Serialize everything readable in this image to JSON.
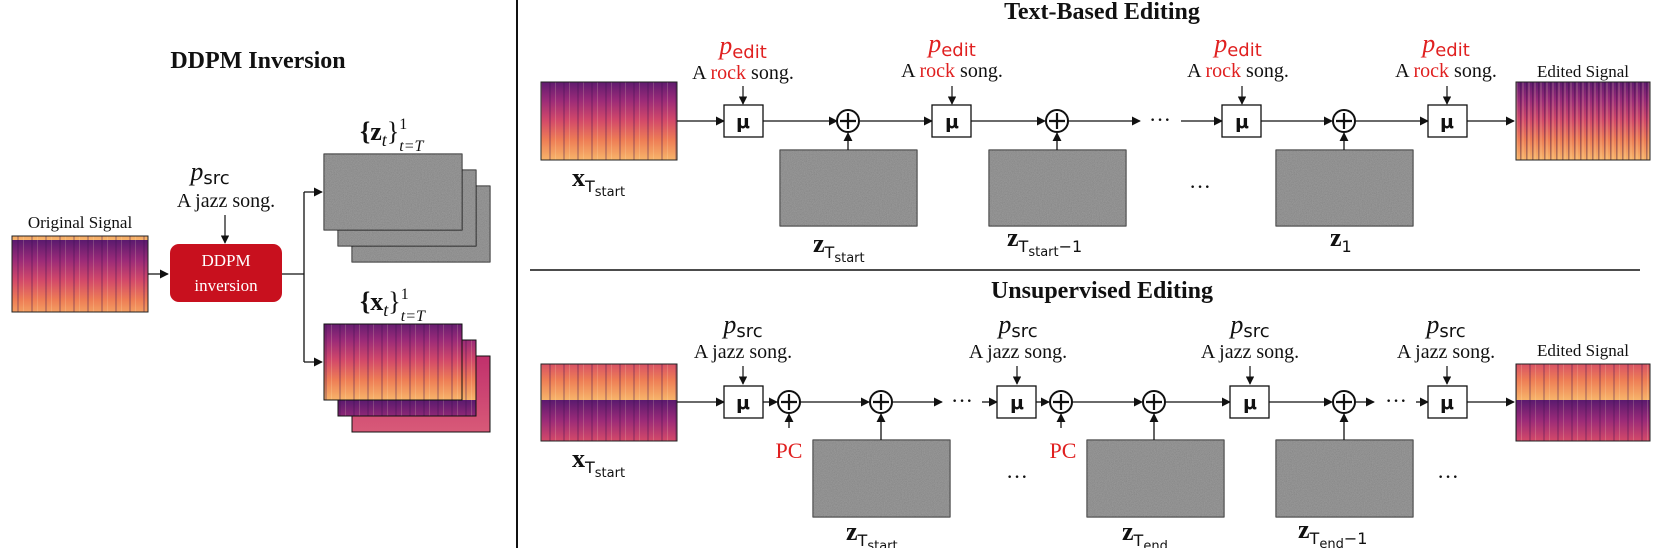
{
  "left": {
    "title": "DDPM Inversion",
    "original_label": "Original Signal",
    "p_src_symbol": "p",
    "p_src_sub": "src",
    "prompt": "A jazz song.",
    "block_line1": "DDPM",
    "block_line2": "inversion",
    "z_set": {
      "base": "{z",
      "sub": "t",
      "close": "}",
      "sup": "1",
      "sub2": "t=T"
    },
    "x_set": {
      "base": "{x",
      "sub": "t",
      "close": "}",
      "sup": "1",
      "sub2": "t=T"
    }
  },
  "top": {
    "title": "Text-Based Editing",
    "p_edit_symbol": "p",
    "p_edit_sub": "edit",
    "prompt_a": "A ",
    "prompt_rock": "rock",
    "prompt_b": " song.",
    "mu": "μ",
    "plus": "+",
    "ellipsis": "···",
    "x_label": {
      "base": "x",
      "sub": "T",
      "subsub": "start"
    },
    "z_labels": [
      {
        "base": "z",
        "sub": "T",
        "subsub": "start",
        "tail": ""
      },
      {
        "base": "z",
        "sub": "T",
        "subsub": "start",
        "tail": "−1"
      },
      {
        "base": "z",
        "sub": "1",
        "subsub": "",
        "tail": ""
      }
    ],
    "edited_label": "Edited Signal"
  },
  "bottom": {
    "title": "Unsupervised Editing",
    "p_src_symbol": "p",
    "p_src_sub": "src",
    "prompt": "A jazz song.",
    "mu": "μ",
    "plus": "+",
    "pc": "PC",
    "ellipsis": "···",
    "x_label": {
      "base": "x",
      "sub": "T",
      "subsub": "start"
    },
    "z_labels": [
      {
        "base": "z",
        "sub": "T",
        "subsub": "start",
        "tail": ""
      },
      {
        "base": "z",
        "sub": "T",
        "subsub": "end",
        "tail": ""
      },
      {
        "base": "z",
        "sub": "T",
        "subsub": "end",
        "tail": "−1"
      }
    ],
    "edited_label": "Edited Signal"
  },
  "colors": {
    "accent_red": "#c8101e",
    "text_red": "#e02020",
    "noise_gray": "#7a7a7a"
  }
}
